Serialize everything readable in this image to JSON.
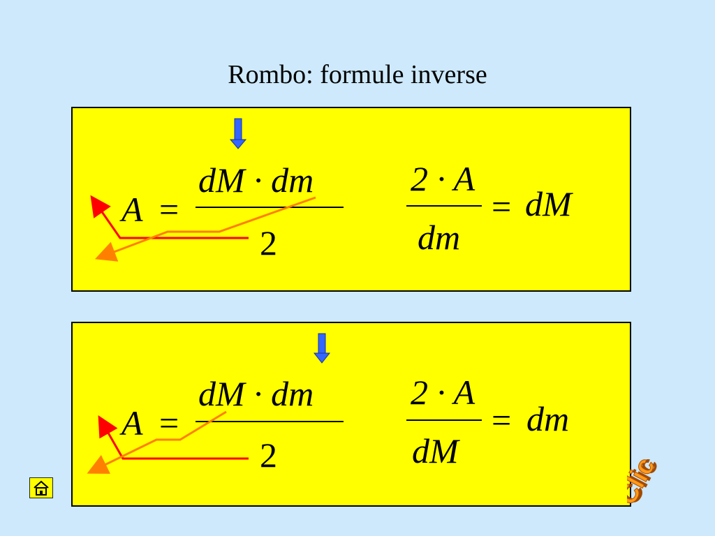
{
  "title": "Rombo: formule inverse",
  "panel_top": {
    "left": {
      "lhs": "A",
      "eq": "=",
      "numerator": "dM · dm",
      "denominator": "2"
    },
    "right": {
      "numerator": "2 · A",
      "denominator": "dm",
      "eq": "=",
      "result": "dM"
    }
  },
  "panel_bottom": {
    "left": {
      "lhs": "A",
      "eq": "=",
      "numerator": "dM · dm",
      "denominator": "2"
    },
    "right": {
      "numerator": "2 · A",
      "denominator": "dM",
      "eq": "=",
      "result": "dm"
    }
  },
  "icons": {
    "home": "home-icon",
    "arrow": "blue-down-arrow-icon"
  },
  "clic_label": "Clic",
  "colors": {
    "background": "#cde9fb",
    "panel": "#ffff00",
    "red_arrow": "#ff0000",
    "orange_arrow": "#ff8000",
    "blue_arrow": "#3366ff"
  }
}
